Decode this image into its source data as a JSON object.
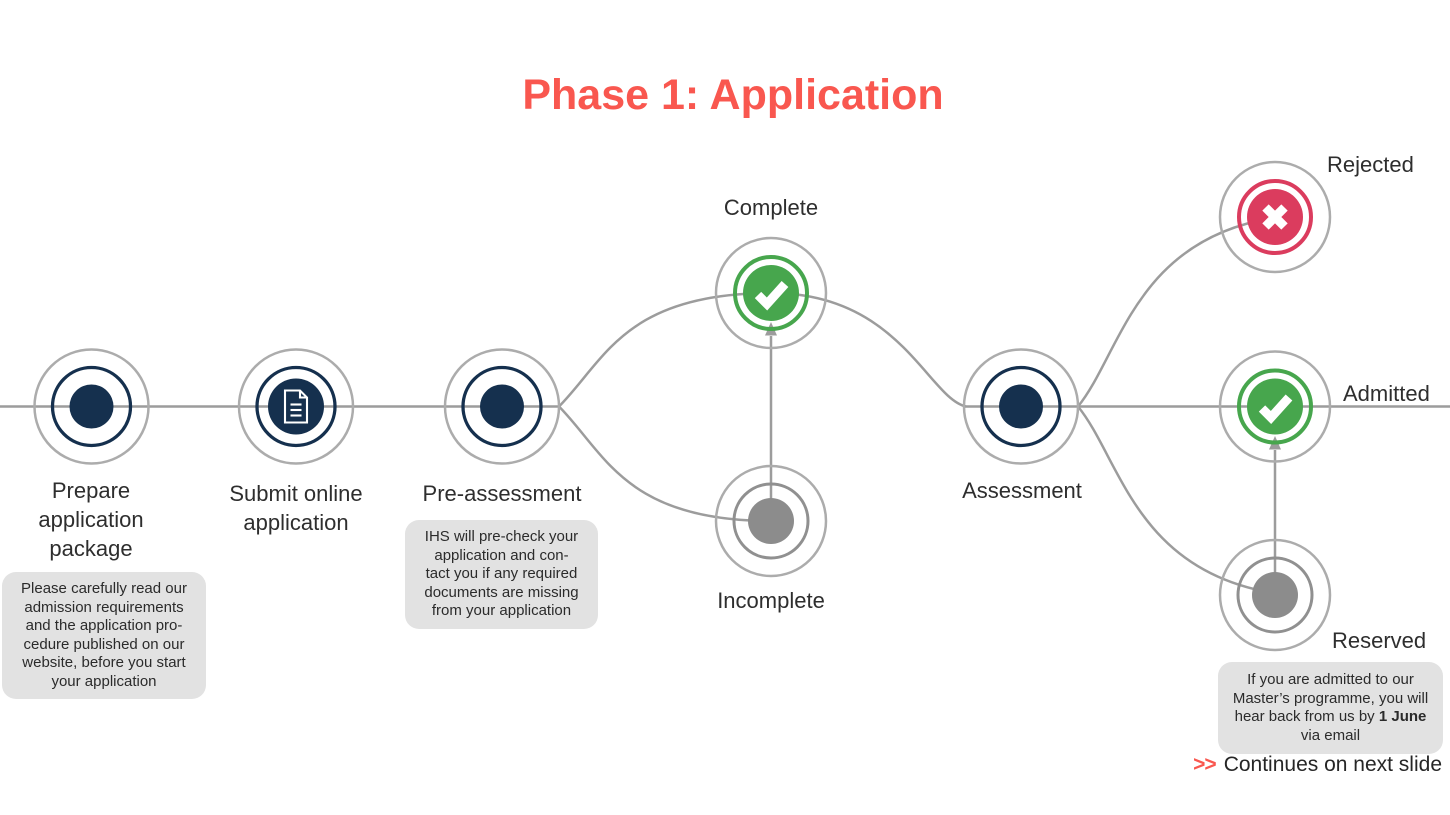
{
  "title": {
    "text": "Phase 1: Application"
  },
  "colors": {
    "title_red": "#F9574F",
    "navy": "#15304E",
    "green": "#47A64D",
    "reject_red": "#DB3C5E",
    "gray_fill": "#8C8C8C",
    "connector_gray": "#9C9C9C",
    "ring_gray": "#ACACAC",
    "note_background": "#E2E2E2"
  },
  "nodes": {
    "prepare": {
      "label": "Prepare\napplication\npackage"
    },
    "submit": {
      "label": "Submit online\napplication"
    },
    "pre_assessment": {
      "label": "Pre-assessment"
    },
    "complete": {
      "label": "Complete"
    },
    "incomplete": {
      "label": "Incomplete"
    },
    "assessment": {
      "label": "Assessment"
    },
    "rejected": {
      "label": "Rejected"
    },
    "admitted": {
      "label": "Admitted"
    },
    "reserved": {
      "label": "Reserved"
    }
  },
  "notes": {
    "prepare_note": "Please carefully read our\nadmission requirements\nand the application pro-\ncedure published on our\nwebsite, before you start\nyour application",
    "pre_assessment_note": "IHS will pre-check your\napplication and con-\ntact you if any required\ndocuments are missing\nfrom your application",
    "reserved_note": {
      "prefix": "If you are admitted to our Master’s programme, you will hear back from us by ",
      "bold": "1 June",
      "suffix": " via email"
    }
  },
  "footer": {
    "arrows": ">>",
    "text": "Continues on next slide"
  }
}
